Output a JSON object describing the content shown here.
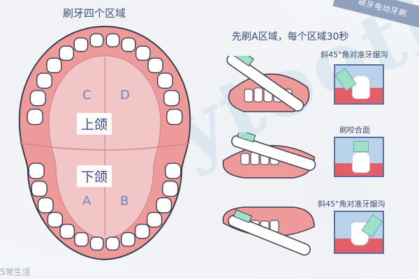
{
  "header": {
    "title": "刷牙四个区域",
    "subtitle": "先刷A区域，每个区域30秒",
    "ribbon": "萌牙电动牙刷"
  },
  "diagram": {
    "upper_jaw": "上颌",
    "lower_jaw": "下颌",
    "zones": {
      "a": "A",
      "b": "B",
      "c": "C",
      "d": "D"
    }
  },
  "steps": [
    {
      "label": "斜45°角对准牙龈沟"
    },
    {
      "label": "刷咬合面"
    },
    {
      "label": "斜45°角对准牙龈沟"
    }
  ],
  "watermark": {
    "background_text": "mytooth",
    "corner_text": "5常生活"
  },
  "colors": {
    "gum": "#ee9a9a",
    "gum_dark": "#d96f73",
    "inner": "#f2c6c6",
    "tooth": "#ffffff",
    "outline": "#3c3c4c",
    "frame": "#5a6fa0",
    "inset_bg": "#b9d3ea",
    "bristle": "#9fe0c6"
  }
}
